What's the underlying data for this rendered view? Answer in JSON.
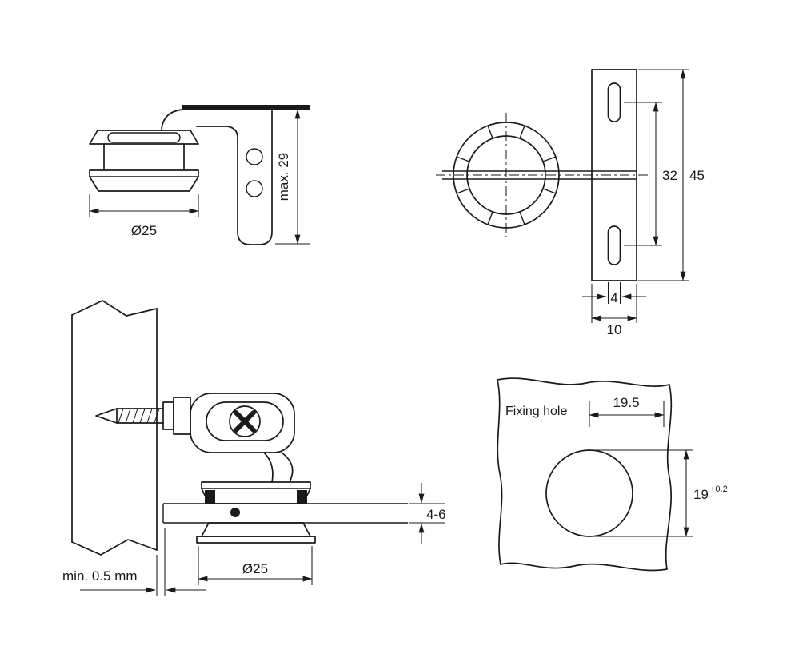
{
  "page": {
    "background": "#ffffff",
    "ink": "#1a1a1a",
    "description": "Technical drawing of a glass-panel hinge fitting, four views with dimensions"
  },
  "views": {
    "side_view": {
      "dims": {
        "diameter": "Ø25",
        "height": "max. 29"
      }
    },
    "front_view": {
      "dims": {
        "slot_span": "32",
        "plate_height": "45",
        "slot_width": "4",
        "plate_width": "10"
      }
    },
    "section_view": {
      "dims": {
        "min_gap": "min. 0.5 mm",
        "diameter": "Ø25",
        "panel_thickness": "4-6"
      }
    },
    "fixing_hole_view": {
      "title": "Fixing hole",
      "dims": {
        "center_to_edge": "19.5",
        "hole_diameter": "19",
        "tolerance": "+0.2"
      }
    }
  }
}
